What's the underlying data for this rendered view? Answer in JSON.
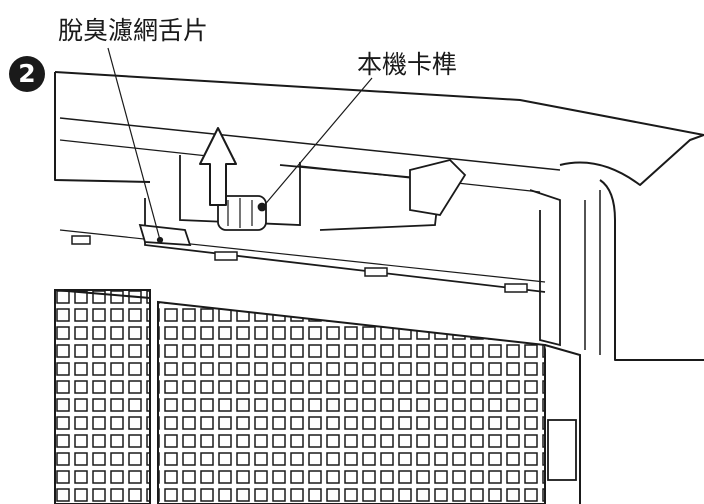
{
  "step": {
    "number": "2"
  },
  "callouts": {
    "deodorizer_tab": "脫臭濾網舌片",
    "unit_latch": "本機卡榫"
  },
  "icons": {
    "direction": "arrow-up-icon"
  },
  "colors": {
    "line": "#1a1a1a",
    "background": "#ffffff",
    "panel": "#f3f3f3"
  }
}
